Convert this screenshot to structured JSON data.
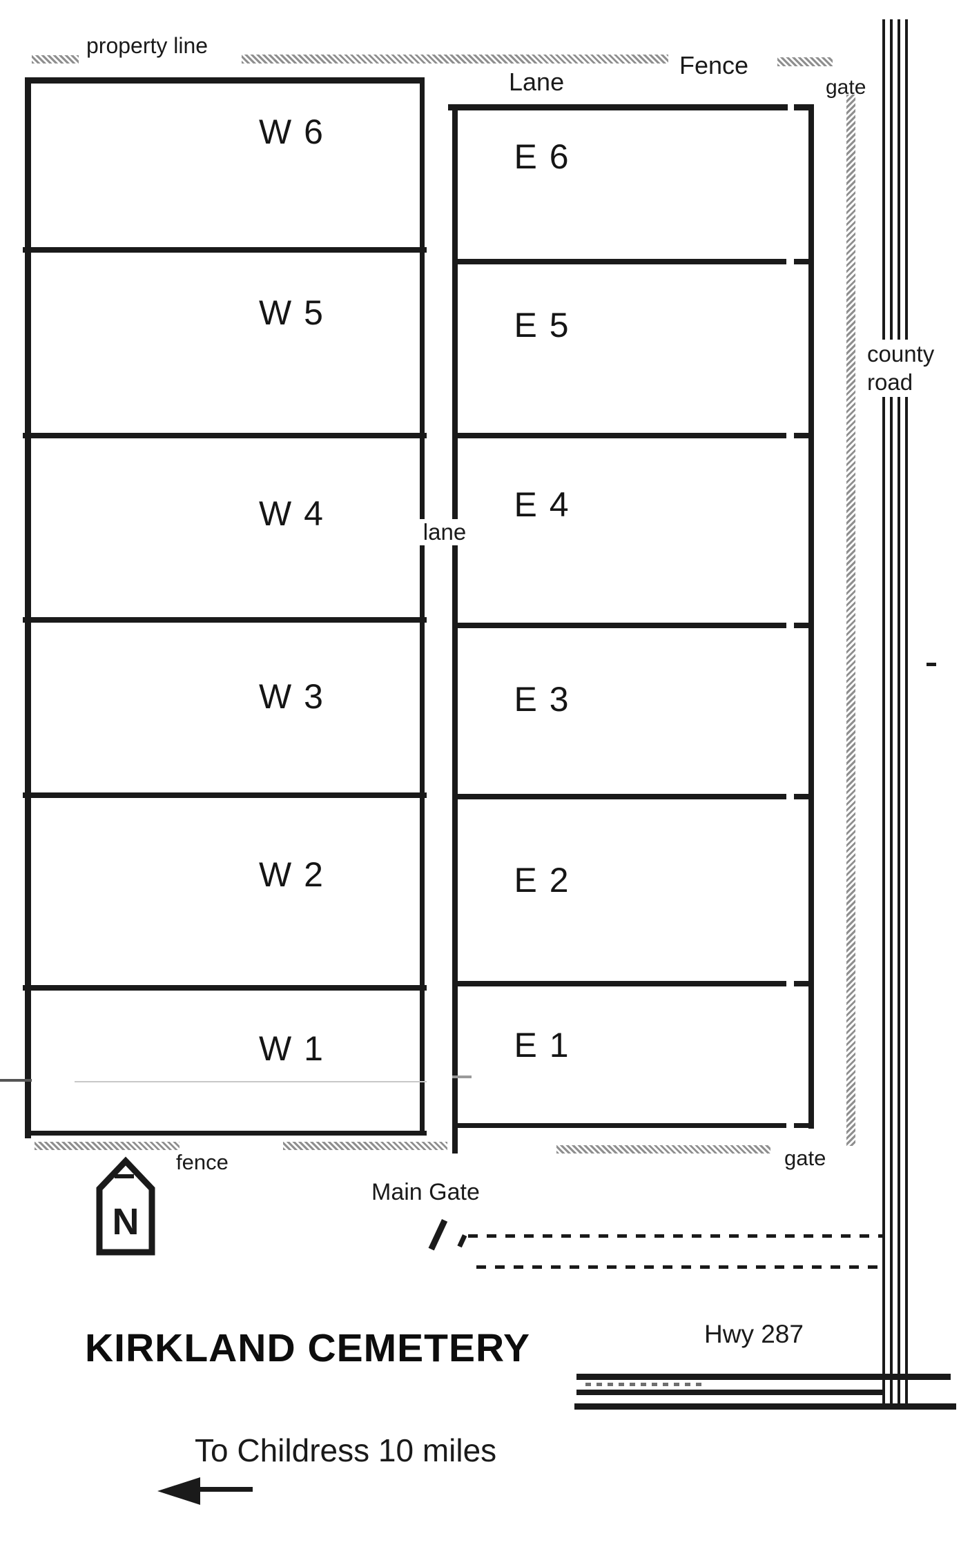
{
  "title": "KIRKLAND CEMETERY",
  "map": {
    "property_line_label": "property line",
    "top_lane_label": "Lane",
    "top_fence_label": "Fence",
    "top_gate_label": "gate",
    "county_road_label_line1": "county",
    "county_road_label_line2": "road",
    "center_lane_label": "lane",
    "bottom_fence_label": "fence",
    "bottom_gate_label": "gate",
    "main_gate_label": "Main Gate",
    "north_label": "N",
    "highway_label": "Hwy 287",
    "direction_label": "To Childress 10 miles"
  },
  "sections": {
    "west": [
      {
        "label": "W 6"
      },
      {
        "label": "W 5"
      },
      {
        "label": "W 4"
      },
      {
        "label": "W 3"
      },
      {
        "label": "W 2"
      },
      {
        "label": "W 1"
      }
    ],
    "east": [
      {
        "label": "E 6"
      },
      {
        "label": "E 5"
      },
      {
        "label": "E 4"
      },
      {
        "label": "E 3"
      },
      {
        "label": "E 2"
      },
      {
        "label": "E 1"
      }
    ]
  },
  "colors": {
    "ink": "#1a1a1a",
    "fence_gray": "#8f8f8f",
    "paper": "#ffffff"
  }
}
